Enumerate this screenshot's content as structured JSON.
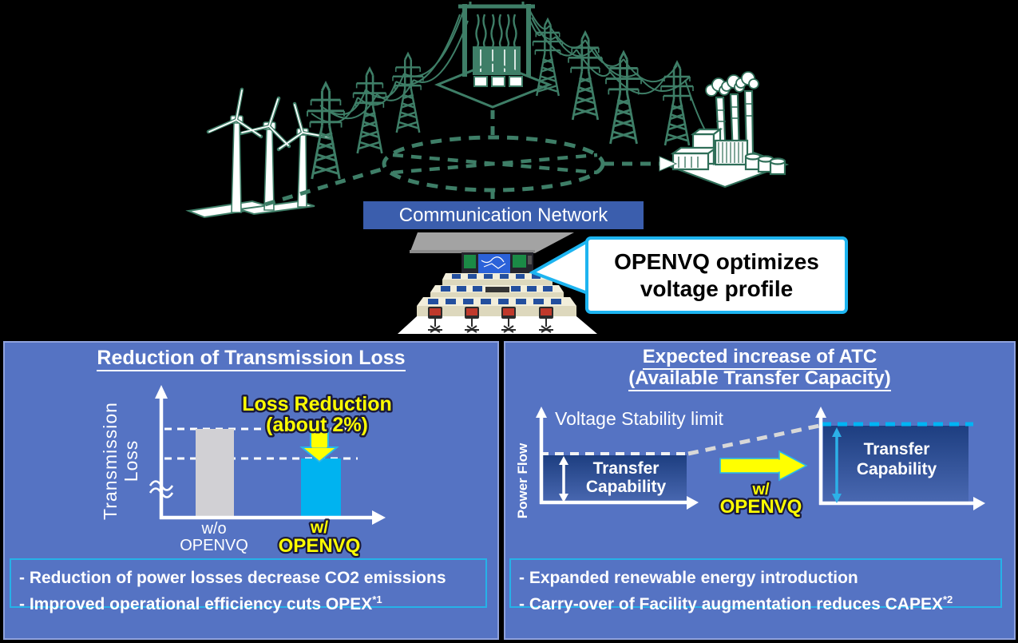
{
  "scene": {
    "communication_network_label": "Communication Network",
    "speech_bubble": {
      "line1": "OPENVQ optimizes",
      "line2": "voltage profile"
    },
    "icons": [
      "wind-turbine-icon",
      "transmission-tower-icon",
      "substation-icon",
      "power-plant-icon",
      "network-ring-icon",
      "control-room-icon"
    ]
  },
  "left_panel": {
    "title": "Reduction of Transmission Loss",
    "chart": {
      "y_label_line1": "Transmission",
      "y_label_line2": "Loss",
      "annotation_line1": "Loss Reduction",
      "annotation_line2": "(about 2%)",
      "bar1_label_line1": "w/o",
      "bar1_label_line2": "OPENVQ",
      "bar2_label_line1": "w/",
      "bar2_label_line2": "OPENVQ"
    },
    "bullets": [
      {
        "text": "- Reduction of power losses decrease CO2 emissions",
        "sup": ""
      },
      {
        "text": "- Improved operational efficiency cuts OPEX",
        "sup": "*1"
      }
    ]
  },
  "right_panel": {
    "title_line1": "Expected increase of ATC",
    "title_line2": "(Available Transfer Capacity)",
    "diagram": {
      "limit_label": "Voltage Stability limit",
      "y_axis_label": "Power Flow",
      "left_box": {
        "line1": "Transfer",
        "line2": "Capability"
      },
      "right_box": {
        "line1": "Transfer",
        "line2": "Capability"
      },
      "arrow_label_line1": "w/",
      "arrow_label_line2": "OPENVQ"
    },
    "bullets": [
      {
        "text": "- Expanded renewable energy introduction",
        "sup": ""
      },
      {
        "text": "- Carry-over of Facility augmentation reduces CAPEX",
        "sup": "*2"
      }
    ]
  },
  "chart_data": {
    "type": "bar",
    "title": "Reduction of Transmission Loss",
    "categories": [
      "w/o OPENVQ",
      "w/ OPENVQ"
    ],
    "values_relative": [
      1.0,
      0.67
    ],
    "ylabel": "Transmission Loss",
    "annotation": "Loss Reduction (about 2%)",
    "bar_colors": [
      "#d1d0d4",
      "#00b3f0"
    ],
    "axis_break": true
  },
  "colors": {
    "background": "#000000",
    "art_green": "#3e7e67",
    "panel_blue": "#5573c3",
    "panel_border": "#8fa2dd",
    "comm_box_blue": "#3b5ead",
    "bubble_border": "#1db4f0",
    "cyan_box_border": "#25b2e8",
    "bar_gray": "#d1d0d4",
    "bar_cyan": "#00b3f0",
    "accent_yellow": "#ffff00",
    "navy_box_top": "#1d3e80",
    "navy_box_bottom": "#4a69b2"
  }
}
